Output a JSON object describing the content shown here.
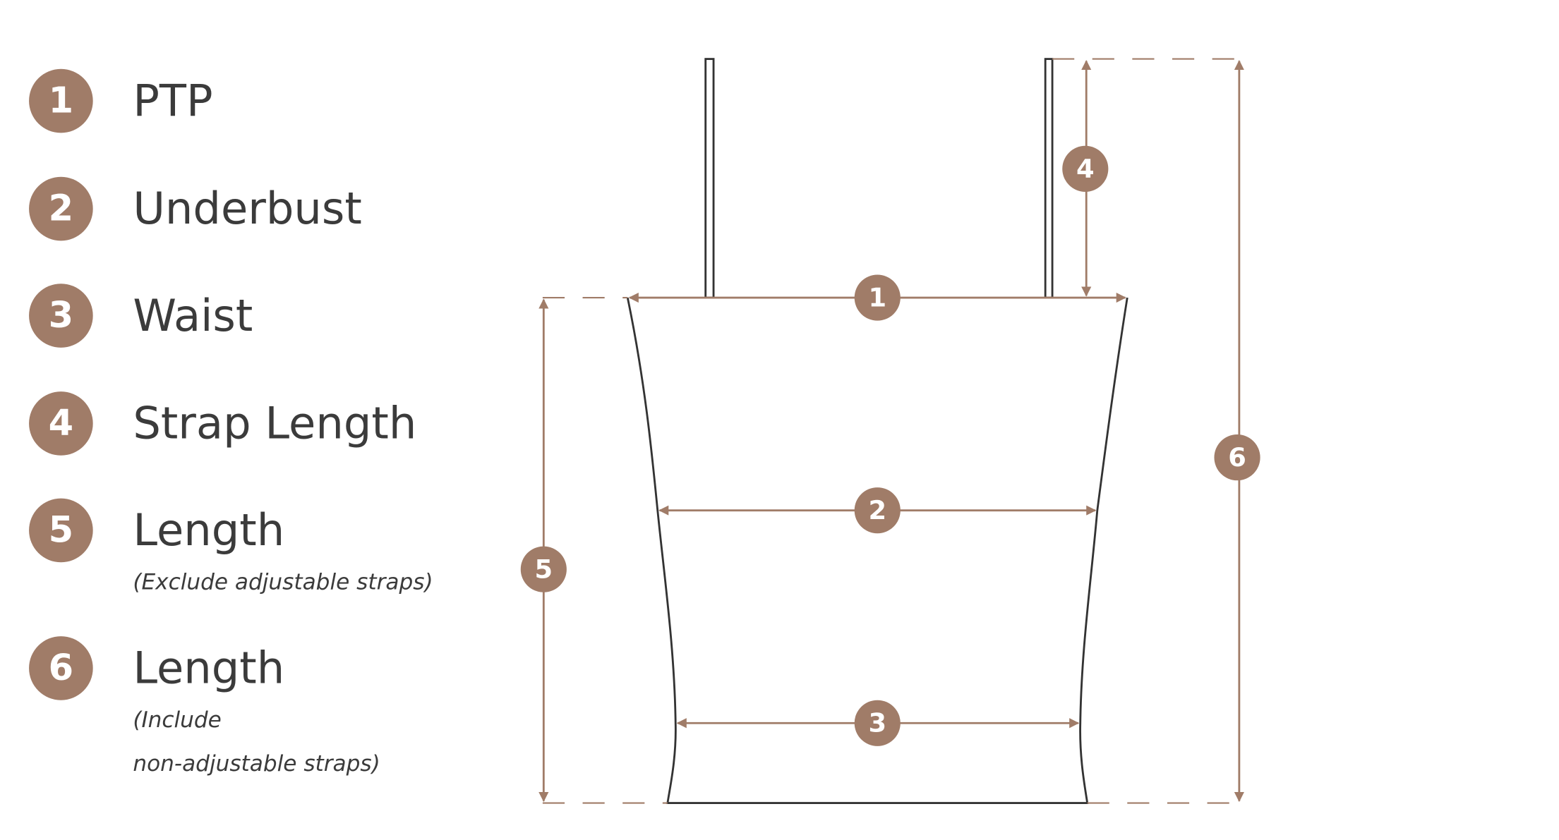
{
  "colors": {
    "accent": "#a07c68",
    "text": "#3b3b3b",
    "outline": "#333333"
  },
  "legend": [
    {
      "num": "1",
      "label": "PTP"
    },
    {
      "num": "2",
      "label": "Underbust"
    },
    {
      "num": "3",
      "label": "Waist"
    },
    {
      "num": "4",
      "label": "Strap Length"
    },
    {
      "num": "5",
      "label": "Length",
      "note": "(Exclude adjustable straps)"
    },
    {
      "num": "6",
      "label": "Length",
      "note_line1": "(Include",
      "note_line2": "non-adjustable straps)"
    }
  ],
  "diagram": {
    "badges": [
      "1",
      "2",
      "3",
      "4",
      "5",
      "6"
    ]
  }
}
